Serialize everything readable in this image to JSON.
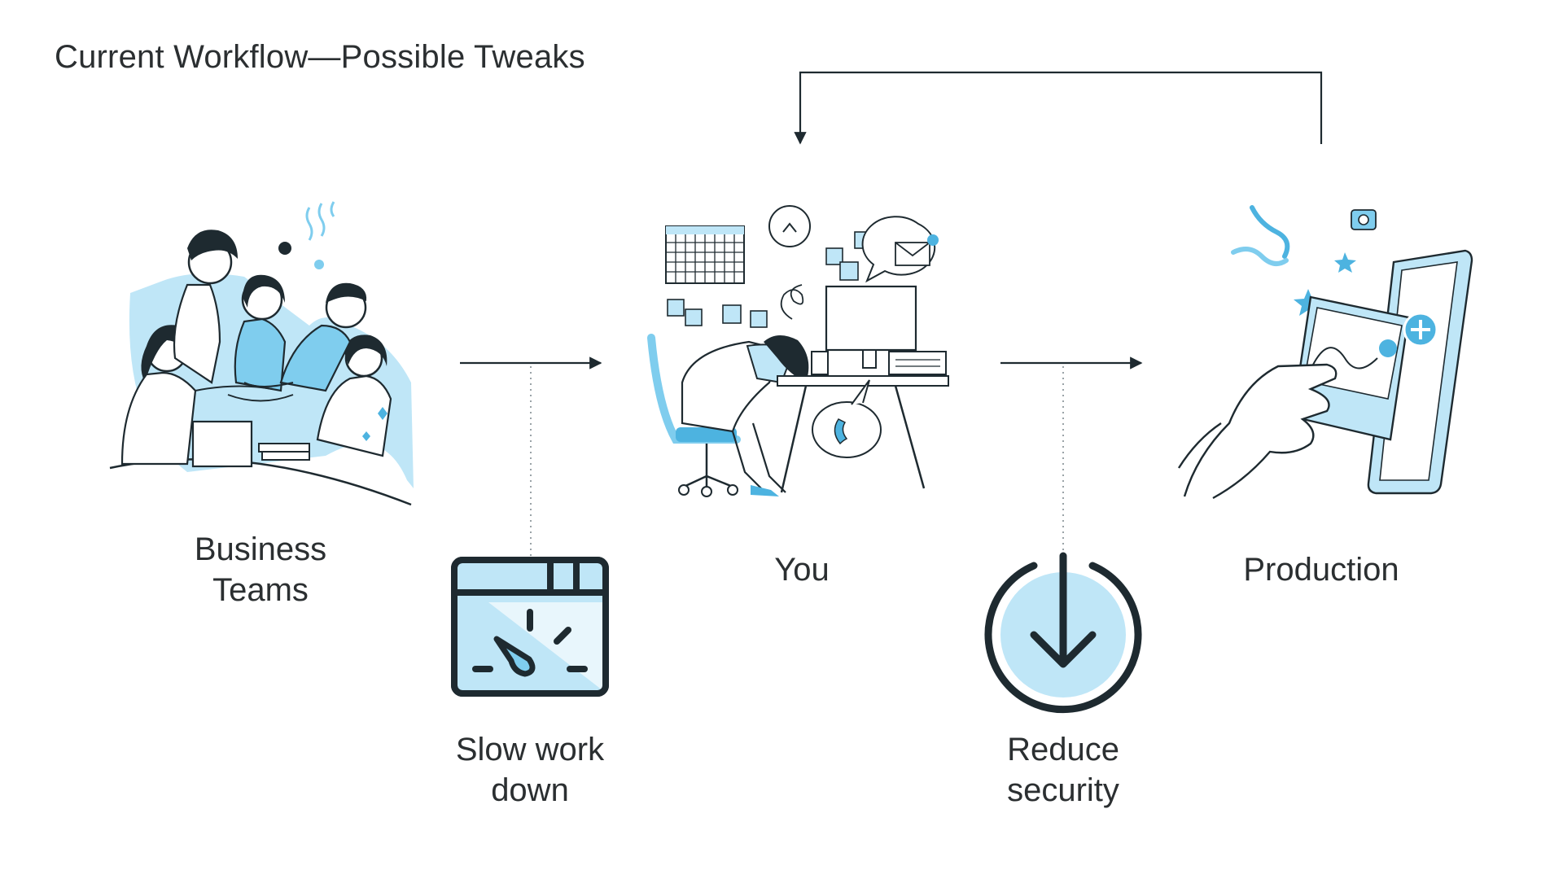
{
  "title": "Current Workflow—Possible Tweaks",
  "nodes": {
    "business_teams": {
      "lines": [
        "Business",
        "Teams"
      ],
      "icon": "team-collaboration-illustration"
    },
    "you": {
      "lines": [
        "You"
      ],
      "icon": "exhausted-worker-illustration"
    },
    "production": {
      "lines": [
        "Production"
      ],
      "icon": "hand-holding-phone-illustration"
    }
  },
  "effects": {
    "slow_work_down": {
      "lines": [
        "Slow work",
        "down"
      ],
      "icon": "speedometer-window-icon"
    },
    "reduce_security": {
      "lines": [
        "Reduce",
        "security"
      ],
      "icon": "download-arrow-circle-icon"
    }
  },
  "colors": {
    "accent_light": "#bfe6f7",
    "accent_mid": "#7fcdee",
    "accent_dark": "#4db3e0",
    "ink": "#1e2a30",
    "text": "#2b2f31"
  }
}
